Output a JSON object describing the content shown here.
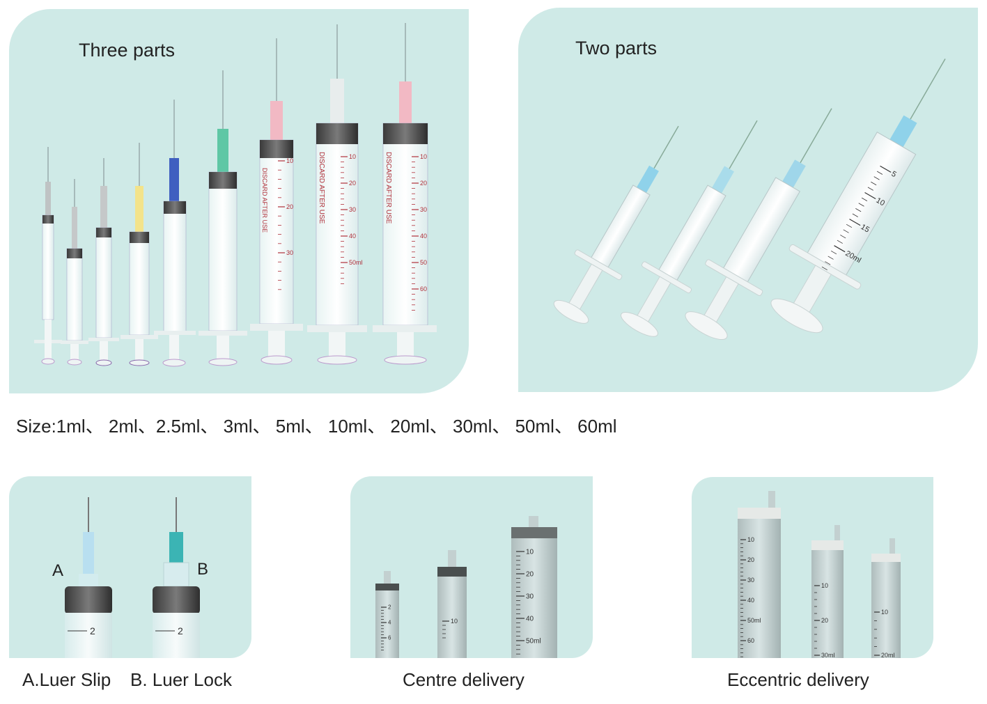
{
  "panels": {
    "three_parts": {
      "title": "Three parts"
    },
    "two_parts": {
      "title": "Two parts"
    },
    "luer": {
      "label_a": "A",
      "label_b": "B",
      "barrel_mark": "2"
    }
  },
  "sizes_caption": "Size:1ml、 2ml、2.5ml、 3ml、 5ml、 10ml、 20ml、 30ml、 50ml、 60ml",
  "captions": {
    "luer_slip": "A.Luer Slip",
    "luer_lock": "B. Luer Lock",
    "centre": "Centre delivery",
    "eccentric": "Eccentric delivery"
  },
  "syringe_print": {
    "discard": "DISCARD AFTER USE",
    "scale_60": [
      "10",
      "20",
      "30",
      "40",
      "50",
      "60"
    ],
    "scale_30": [
      "10",
      "20",
      "30",
      "40",
      "50ml"
    ],
    "scale_20": [
      "10",
      "20",
      "30"
    ],
    "scale_two": [
      "5",
      "10",
      "15",
      "20ml"
    ],
    "scale_centre_small": [
      "2",
      "4",
      "6"
    ],
    "scale_centre_mid": [
      "10"
    ],
    "scale_centre_large": [
      "10",
      "20",
      "30",
      "40",
      "50ml"
    ],
    "scale_ecc_large": [
      "10",
      "20",
      "30",
      "40",
      "50ml",
      "60"
    ],
    "scale_ecc_mid": [
      "10",
      "20",
      "30ml"
    ],
    "scale_ecc_small": [
      "10",
      "20ml"
    ]
  },
  "colors": {
    "panel_bg": "#cfeae7",
    "hub_pink": "#f2b9c4",
    "hub_green": "#5fc7a5",
    "hub_blue": "#3f5fc0",
    "hub_yellow": "#f3e38a",
    "hub_grey": "#bfc3c4",
    "hub_lightblue": "#8fd2ea",
    "scale_red": "#b0303a"
  }
}
